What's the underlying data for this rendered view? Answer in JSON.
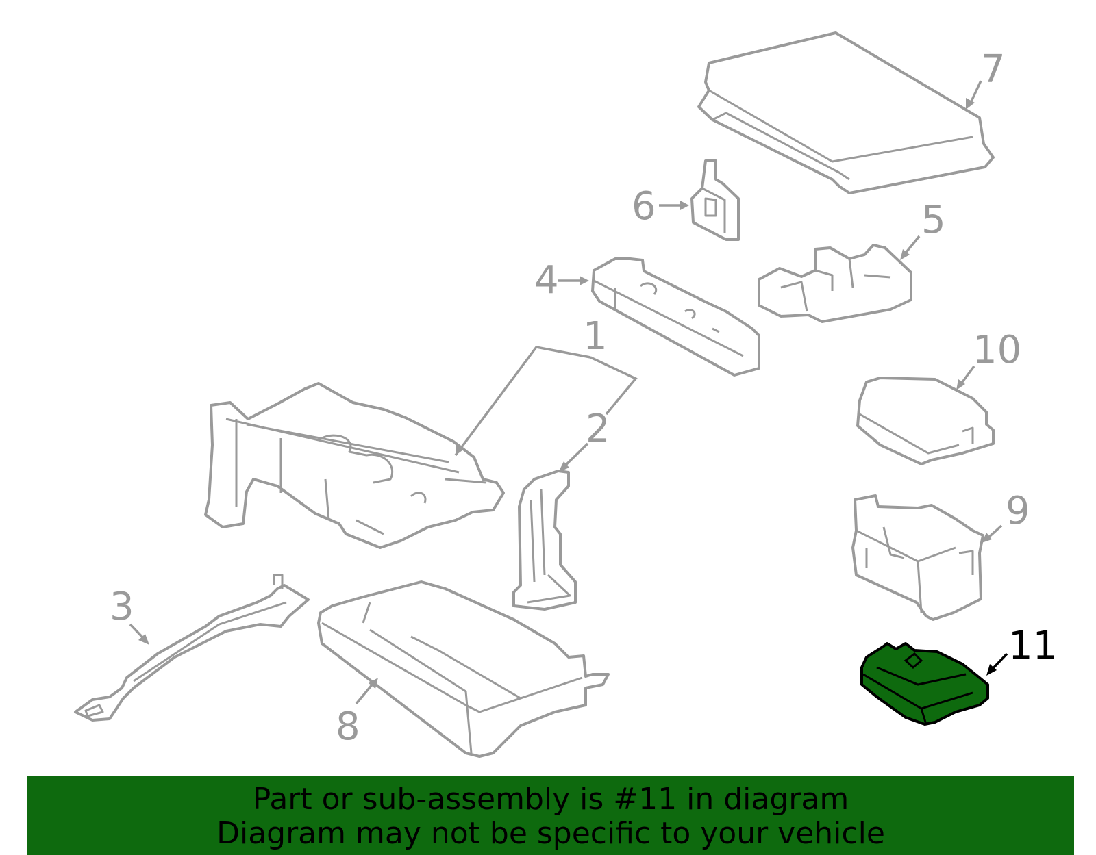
{
  "diagram": {
    "callouts": [
      "1",
      "2",
      "3",
      "4",
      "5",
      "6",
      "7",
      "8",
      "9",
      "10",
      "11"
    ],
    "highlighted_callout": "11",
    "colors": {
      "part_line": "#9a9a9a",
      "highlight_fill": "#0e6a0e",
      "highlight_line": "#000000",
      "banner_bg": "#0e6a0e"
    }
  },
  "banner": {
    "line1": "Part or sub-assembly is #11 in diagram",
    "line2": "Diagram may not be specific to your vehicle"
  }
}
